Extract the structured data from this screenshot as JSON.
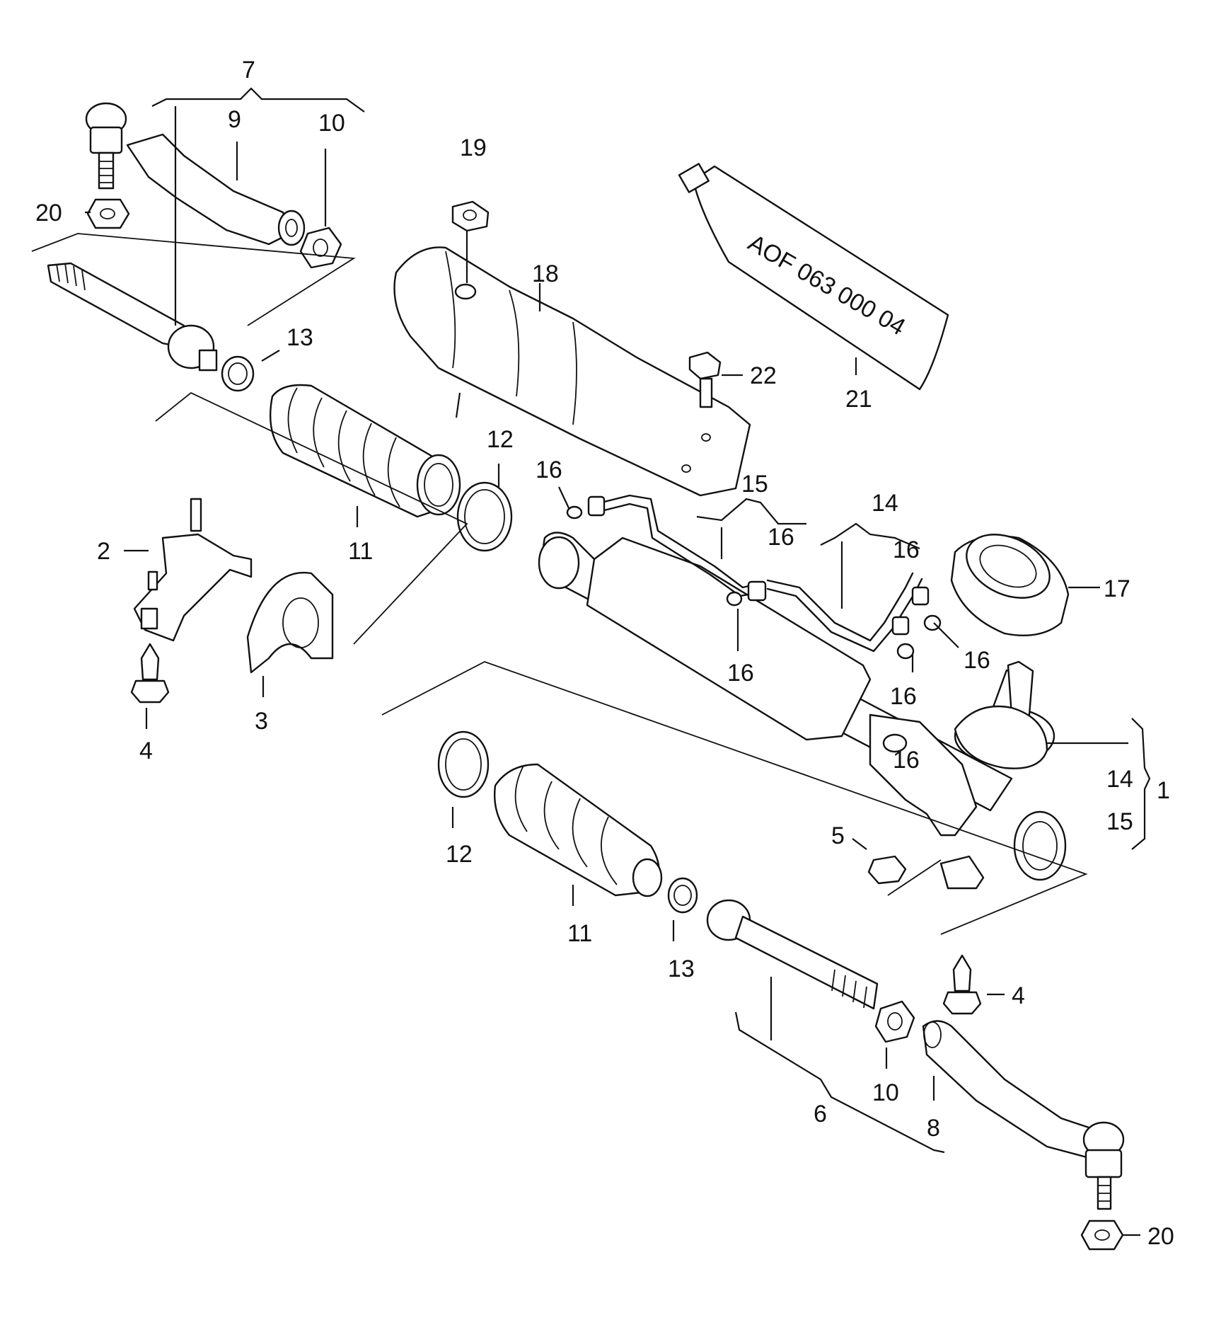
{
  "colors": {
    "ink": "#111111",
    "paper": "#ffffff"
  },
  "tube_marking": "AOF 063 000 04",
  "callouts": {
    "c1": "1",
    "c2": "2",
    "c3": "3",
    "c4a": "4",
    "c4b": "4",
    "c5": "5",
    "c6": "6",
    "c7": "7",
    "c8": "8",
    "c9": "9",
    "c10a": "10",
    "c10b": "10",
    "c11a": "11",
    "c11b": "11",
    "c12a": "12",
    "c12b": "12",
    "c13a": "13",
    "c13b": "13",
    "c14a": "14",
    "c14b": "14",
    "c15a": "15",
    "c15b": "15",
    "c16a": "16",
    "c16b": "16",
    "c16c": "16",
    "c16d": "16",
    "c16e": "16",
    "c16f": "16",
    "c16g": "16",
    "c17": "17",
    "c18": "18",
    "c19": "19",
    "c20a": "20",
    "c20b": "20",
    "c21": "21",
    "c22": "22"
  }
}
